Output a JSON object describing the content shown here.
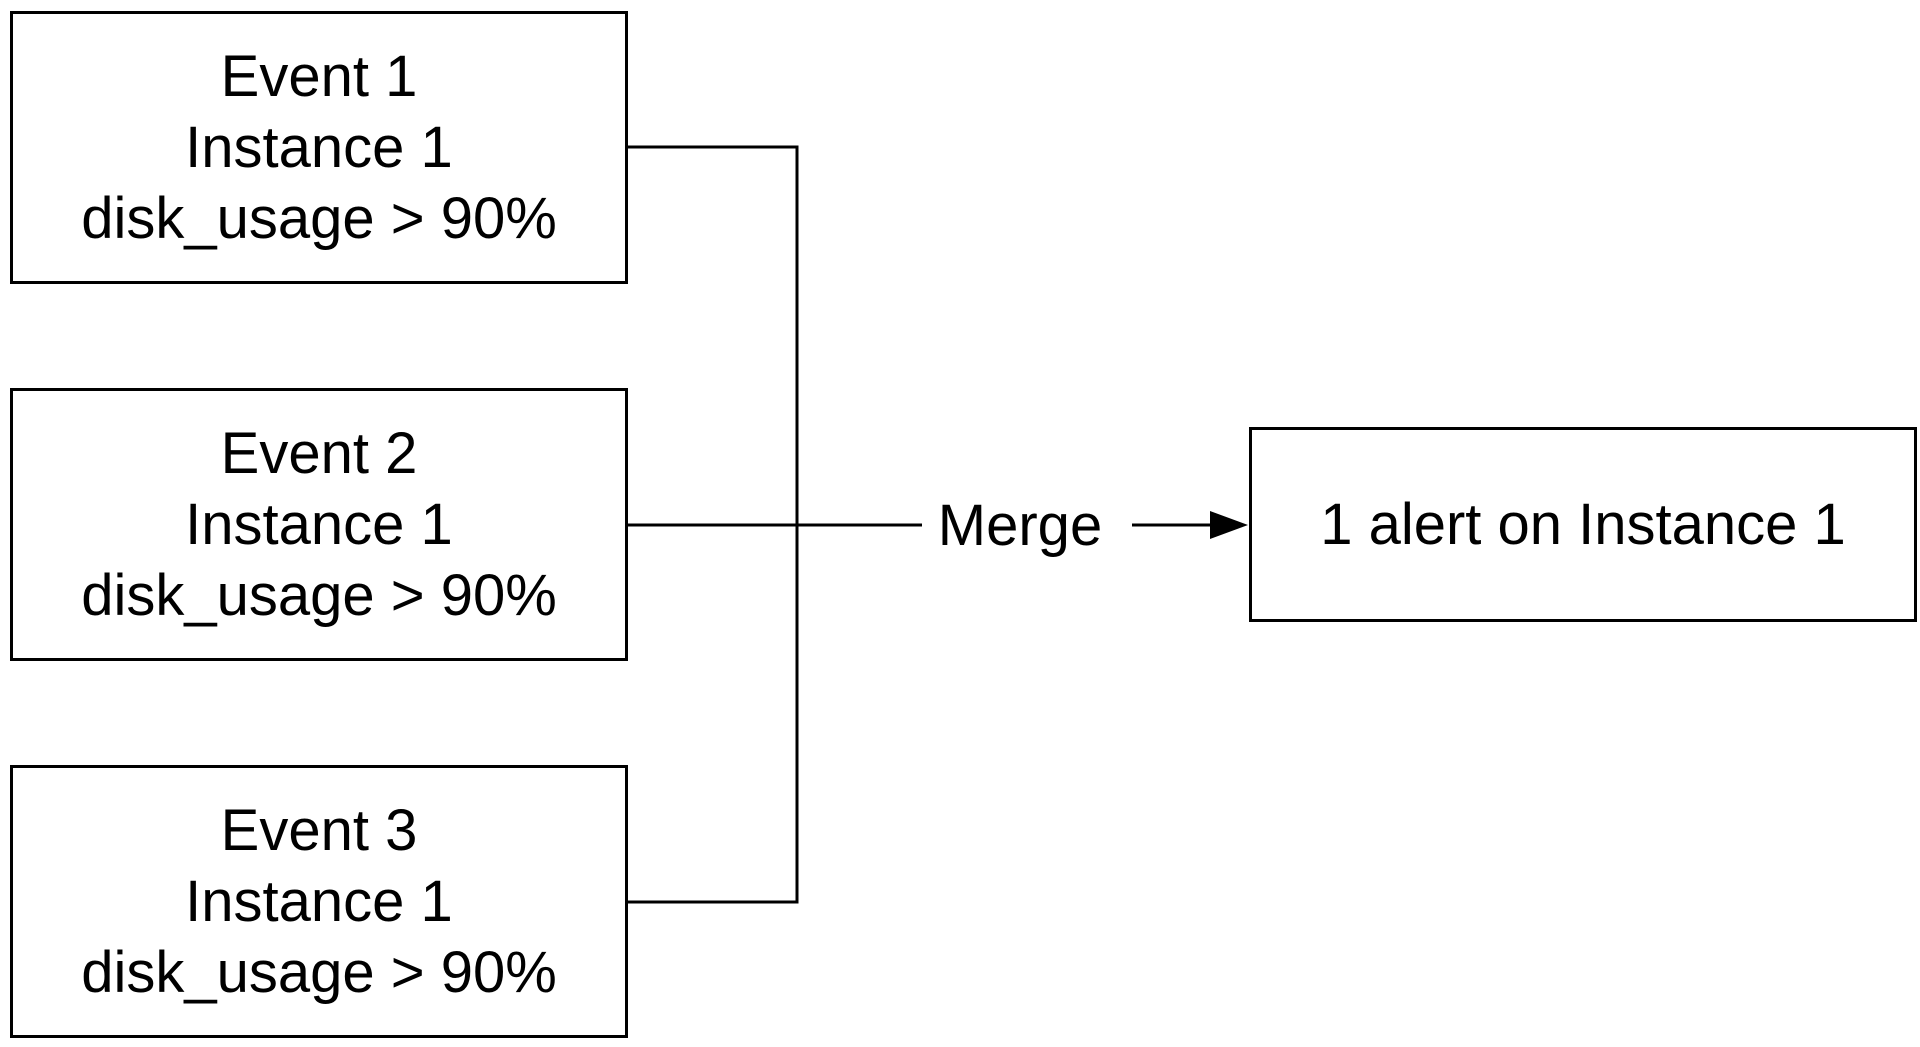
{
  "events": [
    {
      "lines": [
        "Event 1",
        "Instance 1",
        "disk_usage > 90%"
      ]
    },
    {
      "lines": [
        "Event 2",
        "Instance 1",
        "disk_usage > 90%"
      ]
    },
    {
      "lines": [
        "Event 3",
        "Instance 1",
        "disk_usage > 90%"
      ]
    }
  ],
  "merge_label": "Merge",
  "result": {
    "label": "1 alert on Instance 1"
  },
  "colors": {
    "stroke": "#000000",
    "background": "#ffffff"
  }
}
